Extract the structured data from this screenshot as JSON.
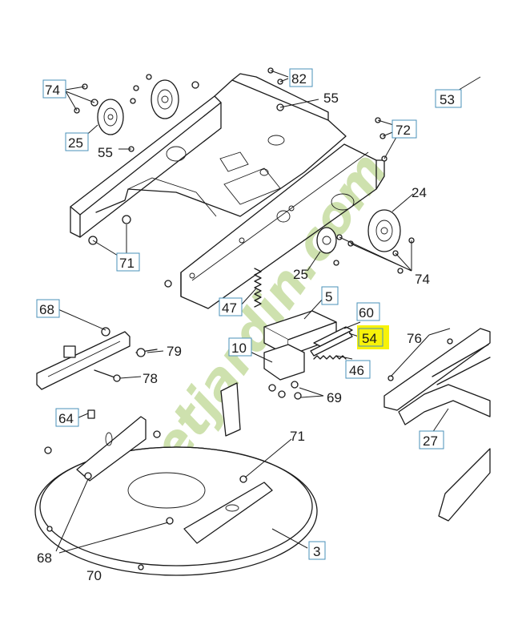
{
  "figure": {
    "callouts_boxed": [
      {
        "id": "c74a",
        "text": "74"
      },
      {
        "id": "c82",
        "text": "82"
      },
      {
        "id": "c53",
        "text": "53"
      },
      {
        "id": "c72",
        "text": "72"
      },
      {
        "id": "c25a",
        "text": "25"
      },
      {
        "id": "c71a",
        "text": "71"
      },
      {
        "id": "c47",
        "text": "47"
      },
      {
        "id": "c5",
        "text": "5"
      },
      {
        "id": "c60",
        "text": "60"
      },
      {
        "id": "c54",
        "text": "54"
      },
      {
        "id": "c10",
        "text": "10"
      },
      {
        "id": "c46",
        "text": "46"
      },
      {
        "id": "c68a",
        "text": "68"
      },
      {
        "id": "c64",
        "text": "64"
      },
      {
        "id": "c27",
        "text": "27"
      },
      {
        "id": "c3",
        "text": "3"
      }
    ],
    "callouts_plain": [
      {
        "id": "p55a",
        "text": "55"
      },
      {
        "id": "p55b",
        "text": "55"
      },
      {
        "id": "p24",
        "text": "24"
      },
      {
        "id": "p25b",
        "text": "25"
      },
      {
        "id": "p74b",
        "text": "74"
      },
      {
        "id": "p76",
        "text": "76"
      },
      {
        "id": "p79",
        "text": "79"
      },
      {
        "id": "p78",
        "text": "78"
      },
      {
        "id": "p69",
        "text": "69"
      },
      {
        "id": "p71b",
        "text": "71"
      },
      {
        "id": "p68b",
        "text": "68"
      },
      {
        "id": "p70",
        "text": "70"
      }
    ],
    "highlight_color": "#f7f20a",
    "callout_border_color": "#4a90b8"
  },
  "watermark": {
    "text": "Fonetjardin.com",
    "color": "#c6dca0",
    "accent_color": "#f2b990"
  }
}
